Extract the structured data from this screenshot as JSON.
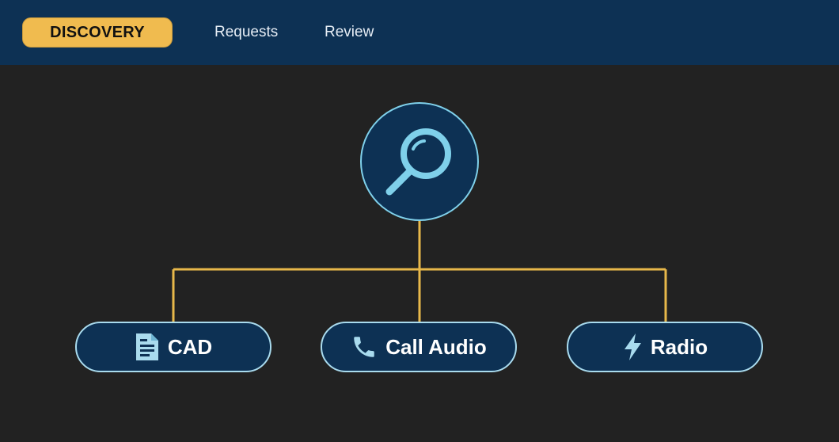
{
  "nav": {
    "tabs": [
      {
        "label": "DISCOVERY",
        "active": true
      },
      {
        "label": "Requests",
        "active": false
      },
      {
        "label": "Review",
        "active": false
      }
    ]
  },
  "diagram": {
    "hub": {
      "icon": "magnifier-icon"
    },
    "nodes": [
      {
        "label": "CAD",
        "icon": "document-icon"
      },
      {
        "label": "Call Audio",
        "icon": "phone-icon"
      },
      {
        "label": "Radio",
        "icon": "lightning-icon"
      }
    ]
  },
  "colors": {
    "topbar": "#0d3154",
    "background": "#222222",
    "accent": "#f0bb4f",
    "connector": "#e8b84a",
    "icon": "#7fd0ea",
    "node_border": "#a9dbee"
  }
}
